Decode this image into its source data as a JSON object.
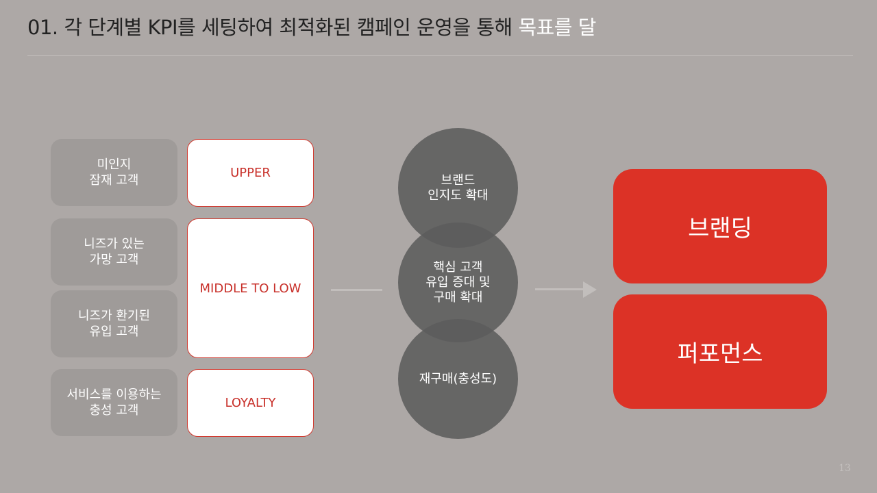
{
  "title": {
    "main": "01. 각 단계별 KPI를 세팅하여 최적화된 캠페인 운영을 통해 ",
    "highlight": "목표를 달"
  },
  "segments": [
    {
      "label": "미인지\n잠재 고객"
    },
    {
      "label": "니즈가 있는\n가망 고객"
    },
    {
      "label": "니즈가 환기된\n유입 고객"
    },
    {
      "label": "서비스를 이용하는\n충성 고객"
    }
  ],
  "stages": [
    {
      "label": "UPPER"
    },
    {
      "label": "MIDDLE TO LOW"
    },
    {
      "label": "LOYALTY"
    }
  ],
  "objectives": [
    {
      "label": "브랜드\n인지도 확대"
    },
    {
      "label": "핵심 고객\n유입 증대 및\n구매 확대"
    },
    {
      "label": "재구매(충성도)"
    }
  ],
  "goals": [
    {
      "label": "브랜딩"
    },
    {
      "label": "퍼포먼스"
    }
  ],
  "page_number": "13",
  "colors": {
    "background": "#ada8a6",
    "segment_box": "#9f9b99",
    "stage_text": "#c8302a",
    "circle": "#5c5c5c",
    "goal_box": "#dc3226"
  }
}
